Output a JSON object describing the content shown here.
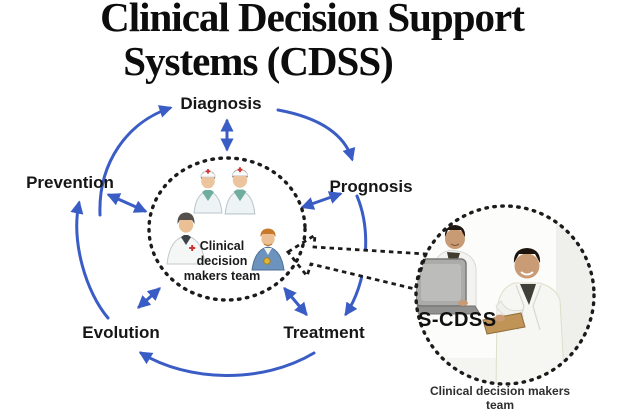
{
  "title": {
    "line1": "Clinical Decision Support",
    "line2": "Systems (CDSS)"
  },
  "cycle_nodes": {
    "diagnosis": "Diagnosis",
    "prognosis": "Prognosis",
    "treatment": "Treatment",
    "evolution": "Evolution",
    "prevention": "Prevention"
  },
  "center_team": {
    "line1": "Clinical",
    "line2": "decision",
    "line3": "makers team"
  },
  "scdss": {
    "label": "S-CDSS",
    "caption1": "Clinical decision makers",
    "caption2": "team"
  },
  "icons": {
    "center_circle": [
      "nurse-icon",
      "nurse-icon",
      "doctor-icon",
      "clinician-icon"
    ],
    "scdss_circle": [
      "seated-clinician-photo",
      "laptop-icon",
      "standing-clinician-photo",
      "clipboard-icon"
    ]
  },
  "colors": {
    "arrow_blue": "#3a5cc5",
    "dash_black": "#1b1b1b",
    "text_black": "#161616"
  }
}
